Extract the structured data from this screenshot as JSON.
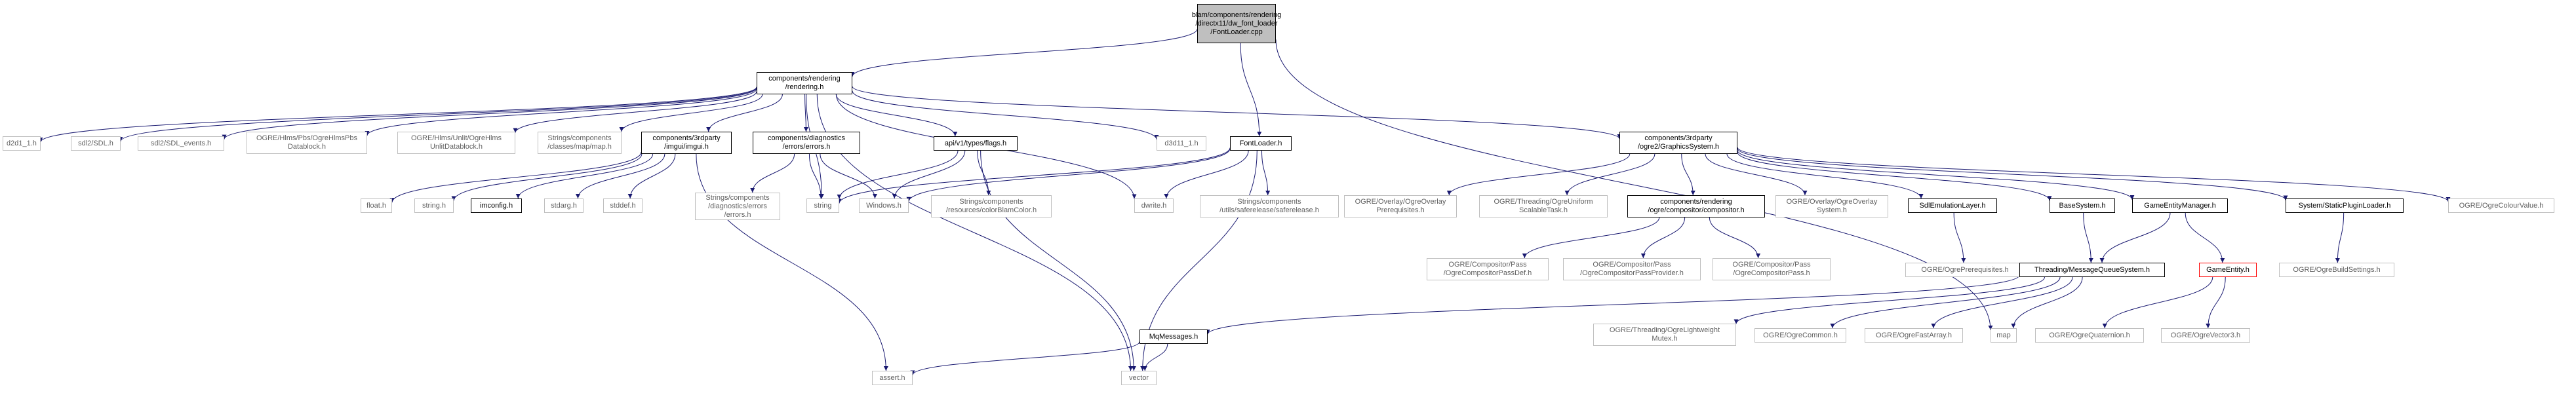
{
  "graph": {
    "edge_color": "#191970",
    "doc_border_color": "#000000",
    "external_border_color": "#bfbfbf",
    "root_fill_color": "#bfbfbf",
    "missing_border_color": "#ff0000",
    "nodes": [
      {
        "id": "root",
        "label": "blam/components/rendering\n/directx11/dw_font_loader\n/FontLoader.cpp",
        "kind": "root"
      },
      {
        "id": "rendering",
        "label": "components/rendering\n/rendering.h",
        "kind": "doc"
      },
      {
        "id": "d2d1_1",
        "label": "d2d1_1.h",
        "kind": "ext"
      },
      {
        "id": "sdl",
        "label": "sdl2/SDL.h",
        "kind": "ext"
      },
      {
        "id": "sdl_events",
        "label": "sdl2/SDL_events.h",
        "kind": "ext"
      },
      {
        "id": "hlms_pbs",
        "label": "OGRE/Hlms/Pbs/OgreHlmsPbs\nDatablock.h",
        "kind": "ext"
      },
      {
        "id": "hlms_unlit",
        "label": "OGRE/Hlms/Unlit/OgreHlms\nUnlitDatablock.h",
        "kind": "ext"
      },
      {
        "id": "map_h",
        "label": "Strings/components\n/classes/map/map.h",
        "kind": "ext"
      },
      {
        "id": "imgui",
        "label": "components/3rdparty\n/imgui/imgui.h",
        "kind": "doc"
      },
      {
        "id": "errors",
        "label": "components/diagnostics\n/errors/errors.h",
        "kind": "doc"
      },
      {
        "id": "flags",
        "label": "api/v1/types/flags.h",
        "kind": "doc"
      },
      {
        "id": "d3d11",
        "label": "d3d11_1.h",
        "kind": "ext"
      },
      {
        "id": "fontloader",
        "label": "FontLoader.h",
        "kind": "doc"
      },
      {
        "id": "graphics",
        "label": "components/3rdparty\n/ogre2/GraphicsSystem.h",
        "kind": "doc"
      },
      {
        "id": "float",
        "label": "float.h",
        "kind": "ext"
      },
      {
        "id": "string_h",
        "label": "string.h",
        "kind": "ext"
      },
      {
        "id": "imconfig",
        "label": "imconfig.h",
        "kind": "doc"
      },
      {
        "id": "stdarg",
        "label": "stdarg.h",
        "kind": "ext"
      },
      {
        "id": "stddef",
        "label": "stddef.h",
        "kind": "ext"
      },
      {
        "id": "errors_str",
        "label": "Strings/components\n/diagnostics/errors\n/errors.h",
        "kind": "ext"
      },
      {
        "id": "string",
        "label": "string",
        "kind": "ext"
      },
      {
        "id": "windows",
        "label": "Windows.h",
        "kind": "ext"
      },
      {
        "id": "blamcolor",
        "label": "Strings/components\n/resources/colorBlamColor.h",
        "kind": "ext"
      },
      {
        "id": "dwrite",
        "label": "dwrite.h",
        "kind": "ext"
      },
      {
        "id": "saferelease",
        "label": "Strings/components\n/utils/saferelease/saferelease.h",
        "kind": "ext"
      },
      {
        "id": "overlay_prereq",
        "label": "OGRE/Overlay/OgreOverlay\nPrerequisites.h",
        "kind": "ext"
      },
      {
        "id": "uniform_task",
        "label": "OGRE/Threading/OgreUniform\nScalableTask.h",
        "kind": "ext"
      },
      {
        "id": "compositor",
        "label": "components/rendering\n/ogre/compositor/compositor.h",
        "kind": "doc"
      },
      {
        "id": "overlay_sys",
        "label": "OGRE/Overlay/OgreOverlay\nSystem.h",
        "kind": "ext"
      },
      {
        "id": "sdlemu",
        "label": "SdlEmulationLayer.h",
        "kind": "doc"
      },
      {
        "id": "basesystem",
        "label": "BaseSystem.h",
        "kind": "doc"
      },
      {
        "id": "gem",
        "label": "GameEntityManager.h",
        "kind": "doc"
      },
      {
        "id": "staticplugin",
        "label": "System/StaticPluginLoader.h",
        "kind": "doc"
      },
      {
        "id": "colourvalue",
        "label": "OGRE/OgreColourValue.h",
        "kind": "ext"
      },
      {
        "id": "passdef",
        "label": "OGRE/Compositor/Pass\n/OgreCompositorPassDef.h",
        "kind": "ext"
      },
      {
        "id": "passprovider",
        "label": "OGRE/Compositor/Pass\n/OgreCompositorPassProvider.h",
        "kind": "ext"
      },
      {
        "id": "pass",
        "label": "OGRE/Compositor/Pass\n/OgreCompositorPass.h",
        "kind": "ext"
      },
      {
        "id": "ogreprereq",
        "label": "OGRE/OgrePrerequisites.h",
        "kind": "ext"
      },
      {
        "id": "mqsystem",
        "label": "Threading/MessageQueueSystem.h",
        "kind": "doc"
      },
      {
        "id": "gameentity",
        "label": "GameEntity.h",
        "kind": "missing"
      },
      {
        "id": "buildsettings",
        "label": "OGRE/OgreBuildSettings.h",
        "kind": "ext"
      },
      {
        "id": "mqmessages",
        "label": "MqMessages.h",
        "kind": "doc"
      },
      {
        "id": "lwmutex",
        "label": "OGRE/Threading/OgreLightweight\nMutex.h",
        "kind": "ext"
      },
      {
        "id": "ogrecommon",
        "label": "OGRE/OgreCommon.h",
        "kind": "ext"
      },
      {
        "id": "fastarray",
        "label": "OGRE/OgreFastArray.h",
        "kind": "ext"
      },
      {
        "id": "map",
        "label": "map",
        "kind": "ext"
      },
      {
        "id": "quaternion",
        "label": "OGRE/OgreQuaternion.h",
        "kind": "ext"
      },
      {
        "id": "vector3",
        "label": "OGRE/OgreVector3.h",
        "kind": "ext"
      },
      {
        "id": "assert",
        "label": "assert.h",
        "kind": "ext"
      },
      {
        "id": "vector",
        "label": "vector",
        "kind": "ext"
      }
    ],
    "edges": [
      [
        "root",
        "rendering"
      ],
      [
        "root",
        "fontloader"
      ],
      [
        "root",
        "map"
      ],
      [
        "rendering",
        "d2d1_1"
      ],
      [
        "rendering",
        "sdl"
      ],
      [
        "rendering",
        "sdl_events"
      ],
      [
        "rendering",
        "hlms_pbs"
      ],
      [
        "rendering",
        "hlms_unlit"
      ],
      [
        "rendering",
        "map_h"
      ],
      [
        "rendering",
        "imgui"
      ],
      [
        "rendering",
        "errors"
      ],
      [
        "rendering",
        "flags"
      ],
      [
        "rendering",
        "d3d11"
      ],
      [
        "rendering",
        "graphics"
      ],
      [
        "rendering",
        "string"
      ],
      [
        "rendering",
        "dwrite"
      ],
      [
        "rendering",
        "vector"
      ],
      [
        "imgui",
        "float"
      ],
      [
        "imgui",
        "string_h"
      ],
      [
        "imgui",
        "imconfig"
      ],
      [
        "imgui",
        "stdarg"
      ],
      [
        "imgui",
        "stddef"
      ],
      [
        "imgui",
        "assert"
      ],
      [
        "errors",
        "errors_str"
      ],
      [
        "errors",
        "string"
      ],
      [
        "errors",
        "windows"
      ],
      [
        "flags",
        "string"
      ],
      [
        "flags",
        "windows"
      ],
      [
        "flags",
        "blamcolor"
      ],
      [
        "flags",
        "vector"
      ],
      [
        "fontloader",
        "string"
      ],
      [
        "fontloader",
        "windows"
      ],
      [
        "fontloader",
        "dwrite"
      ],
      [
        "fontloader",
        "saferelease"
      ],
      [
        "fontloader",
        "vector"
      ],
      [
        "graphics",
        "overlay_prereq"
      ],
      [
        "graphics",
        "uniform_task"
      ],
      [
        "graphics",
        "compositor"
      ],
      [
        "graphics",
        "overlay_sys"
      ],
      [
        "graphics",
        "sdlemu"
      ],
      [
        "graphics",
        "basesystem"
      ],
      [
        "graphics",
        "gem"
      ],
      [
        "graphics",
        "staticplugin"
      ],
      [
        "graphics",
        "colourvalue"
      ],
      [
        "compositor",
        "passdef"
      ],
      [
        "compositor",
        "passprovider"
      ],
      [
        "compositor",
        "pass"
      ],
      [
        "sdlemu",
        "ogreprereq"
      ],
      [
        "basesystem",
        "mqsystem"
      ],
      [
        "gem",
        "mqsystem"
      ],
      [
        "gem",
        "gameentity"
      ],
      [
        "staticplugin",
        "buildsettings"
      ],
      [
        "mqsystem",
        "mqmessages"
      ],
      [
        "mqsystem",
        "lwmutex"
      ],
      [
        "mqsystem",
        "ogrecommon"
      ],
      [
        "mqsystem",
        "fastarray"
      ],
      [
        "mqsystem",
        "map"
      ],
      [
        "gameentity",
        "quaternion"
      ],
      [
        "gameentity",
        "vector3"
      ],
      [
        "mqmessages",
        "assert"
      ],
      [
        "mqmessages",
        "vector"
      ]
    ]
  }
}
